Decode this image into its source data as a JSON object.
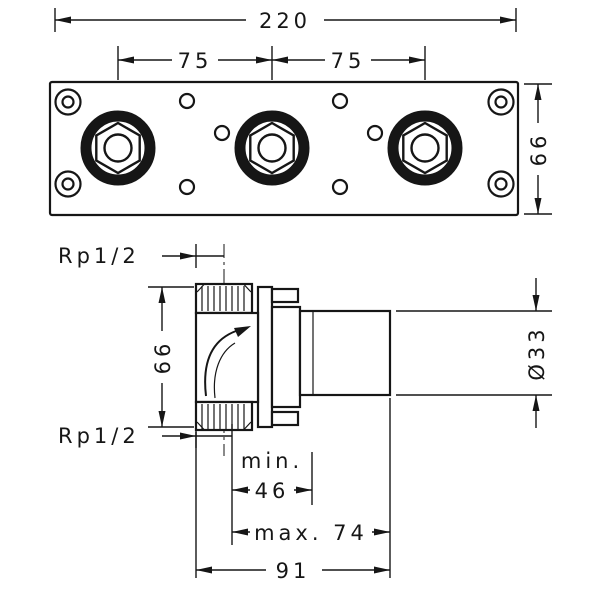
{
  "drawing": {
    "background": "#ffffff",
    "line_color": "#161616"
  },
  "top_view": {
    "dim_width": "220",
    "dim_pitch_left": "75",
    "dim_pitch_right": "75",
    "dim_height": "66"
  },
  "side_view": {
    "thread_top": "Rp1/2",
    "thread_bottom": "Rp1/2",
    "dim_height": "66",
    "dim_diameter": "Ø33",
    "dim_min_prefix": "min.",
    "dim_min_value": "46",
    "dim_max": "max. 74",
    "dim_overall": "91"
  }
}
